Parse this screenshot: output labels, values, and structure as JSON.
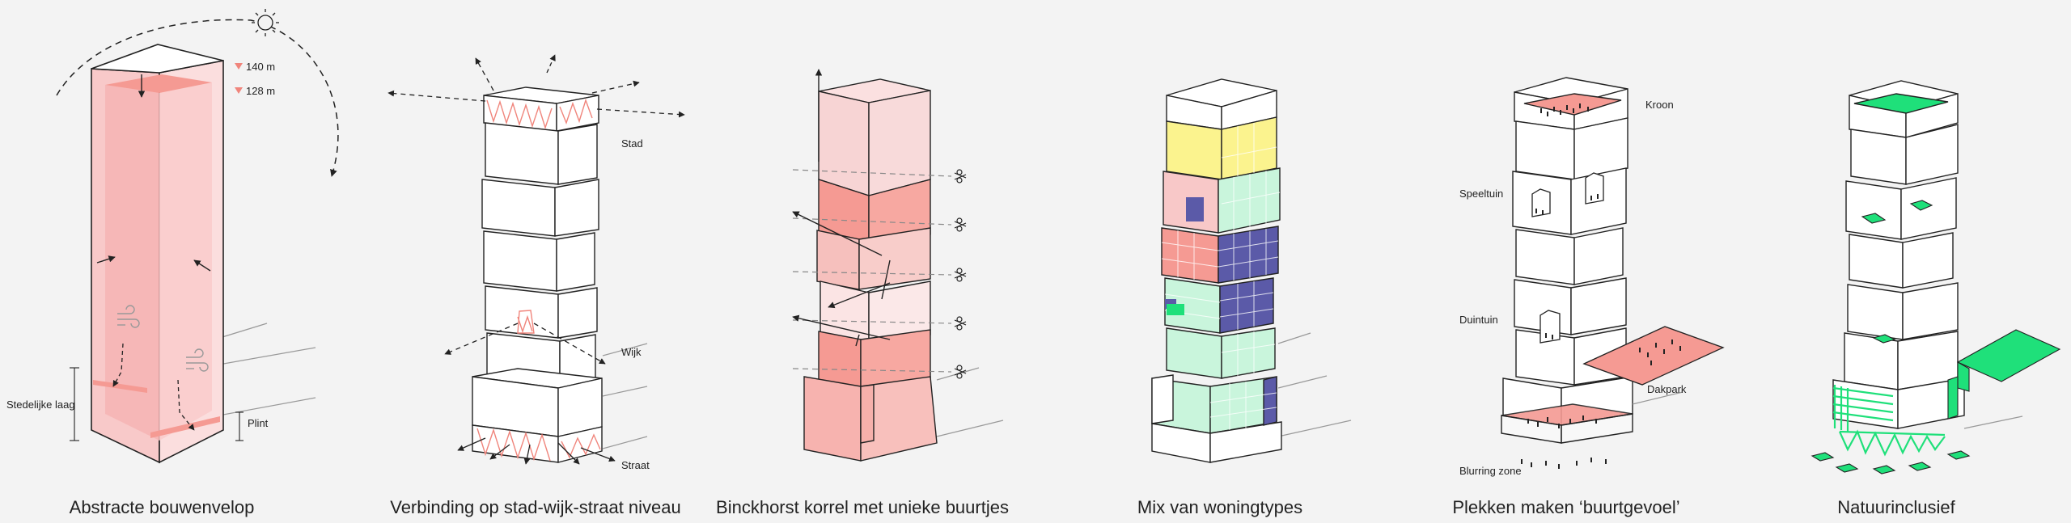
{
  "colors": {
    "pink_light": "#fadcdc",
    "pink_mid": "#f7bcbc",
    "salmon": "#f59a93",
    "coral": "#f0857c",
    "yellow": "#fbf38e",
    "mint": "#c9f5dc",
    "green": "#1fe07a",
    "purple": "#5b5aa8",
    "line": "#222222"
  },
  "panels": [
    {
      "caption": "Abstracte bouwenvelop",
      "labels": {
        "height_top": "140 m",
        "height_second": "128 m",
        "urban_layer": "Stedelijke laag",
        "plinth": "Plint"
      },
      "icons": [
        "sun-icon",
        "wind-icon"
      ]
    },
    {
      "caption": "Verbinding op stad-wijk-straat niveau",
      "labels": {
        "city": "Stad",
        "district": "Wijk",
        "street": "Straat"
      }
    },
    {
      "caption": "Binckhorst korrel met unieke buurtjes",
      "icons": [
        "scissors-icon"
      ]
    },
    {
      "caption": "Mix van woningtypes"
    },
    {
      "caption": "Plekken maken ‘buurtgevoel’",
      "labels": {
        "crown": "Kroon",
        "playground": "Speeltuin",
        "dune_garden": "Duintuin",
        "roof_park": "Dakpark",
        "blurring_zone": "Blurring zone"
      }
    },
    {
      "caption": "Natuurinclusief"
    }
  ]
}
